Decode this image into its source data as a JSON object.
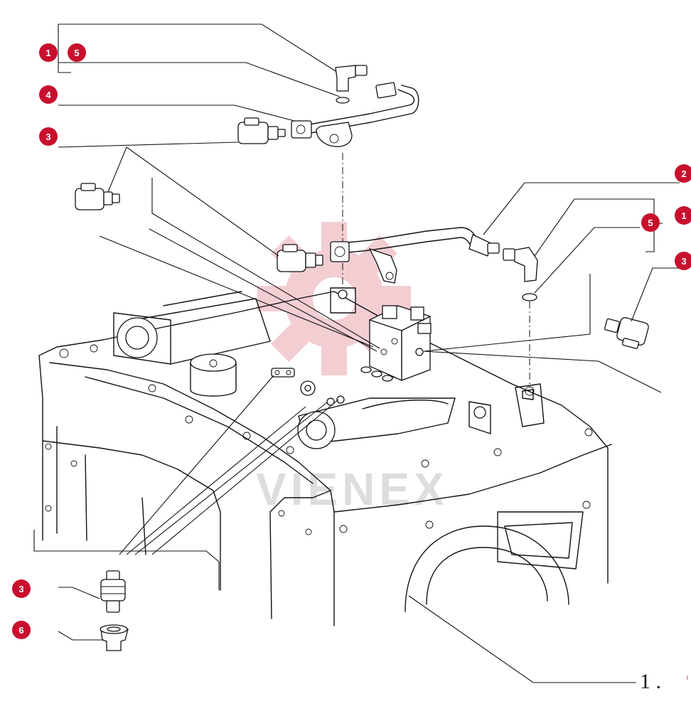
{
  "callouts": {
    "c1a": "1",
    "c5a": "5",
    "c4": "4",
    "c3a": "3",
    "c2": "2",
    "c5b": "5",
    "c1b": "1",
    "c3b": "3",
    "c3c": "3",
    "c6": "6"
  },
  "reference_label": "1 .",
  "corner_mark": "i",
  "watermark": {
    "text": "VIENEX",
    "logo": "gear-watermark"
  },
  "colors": {
    "callout": "#c8102e",
    "line": "#111111",
    "watermark": "#e8a7ae"
  }
}
